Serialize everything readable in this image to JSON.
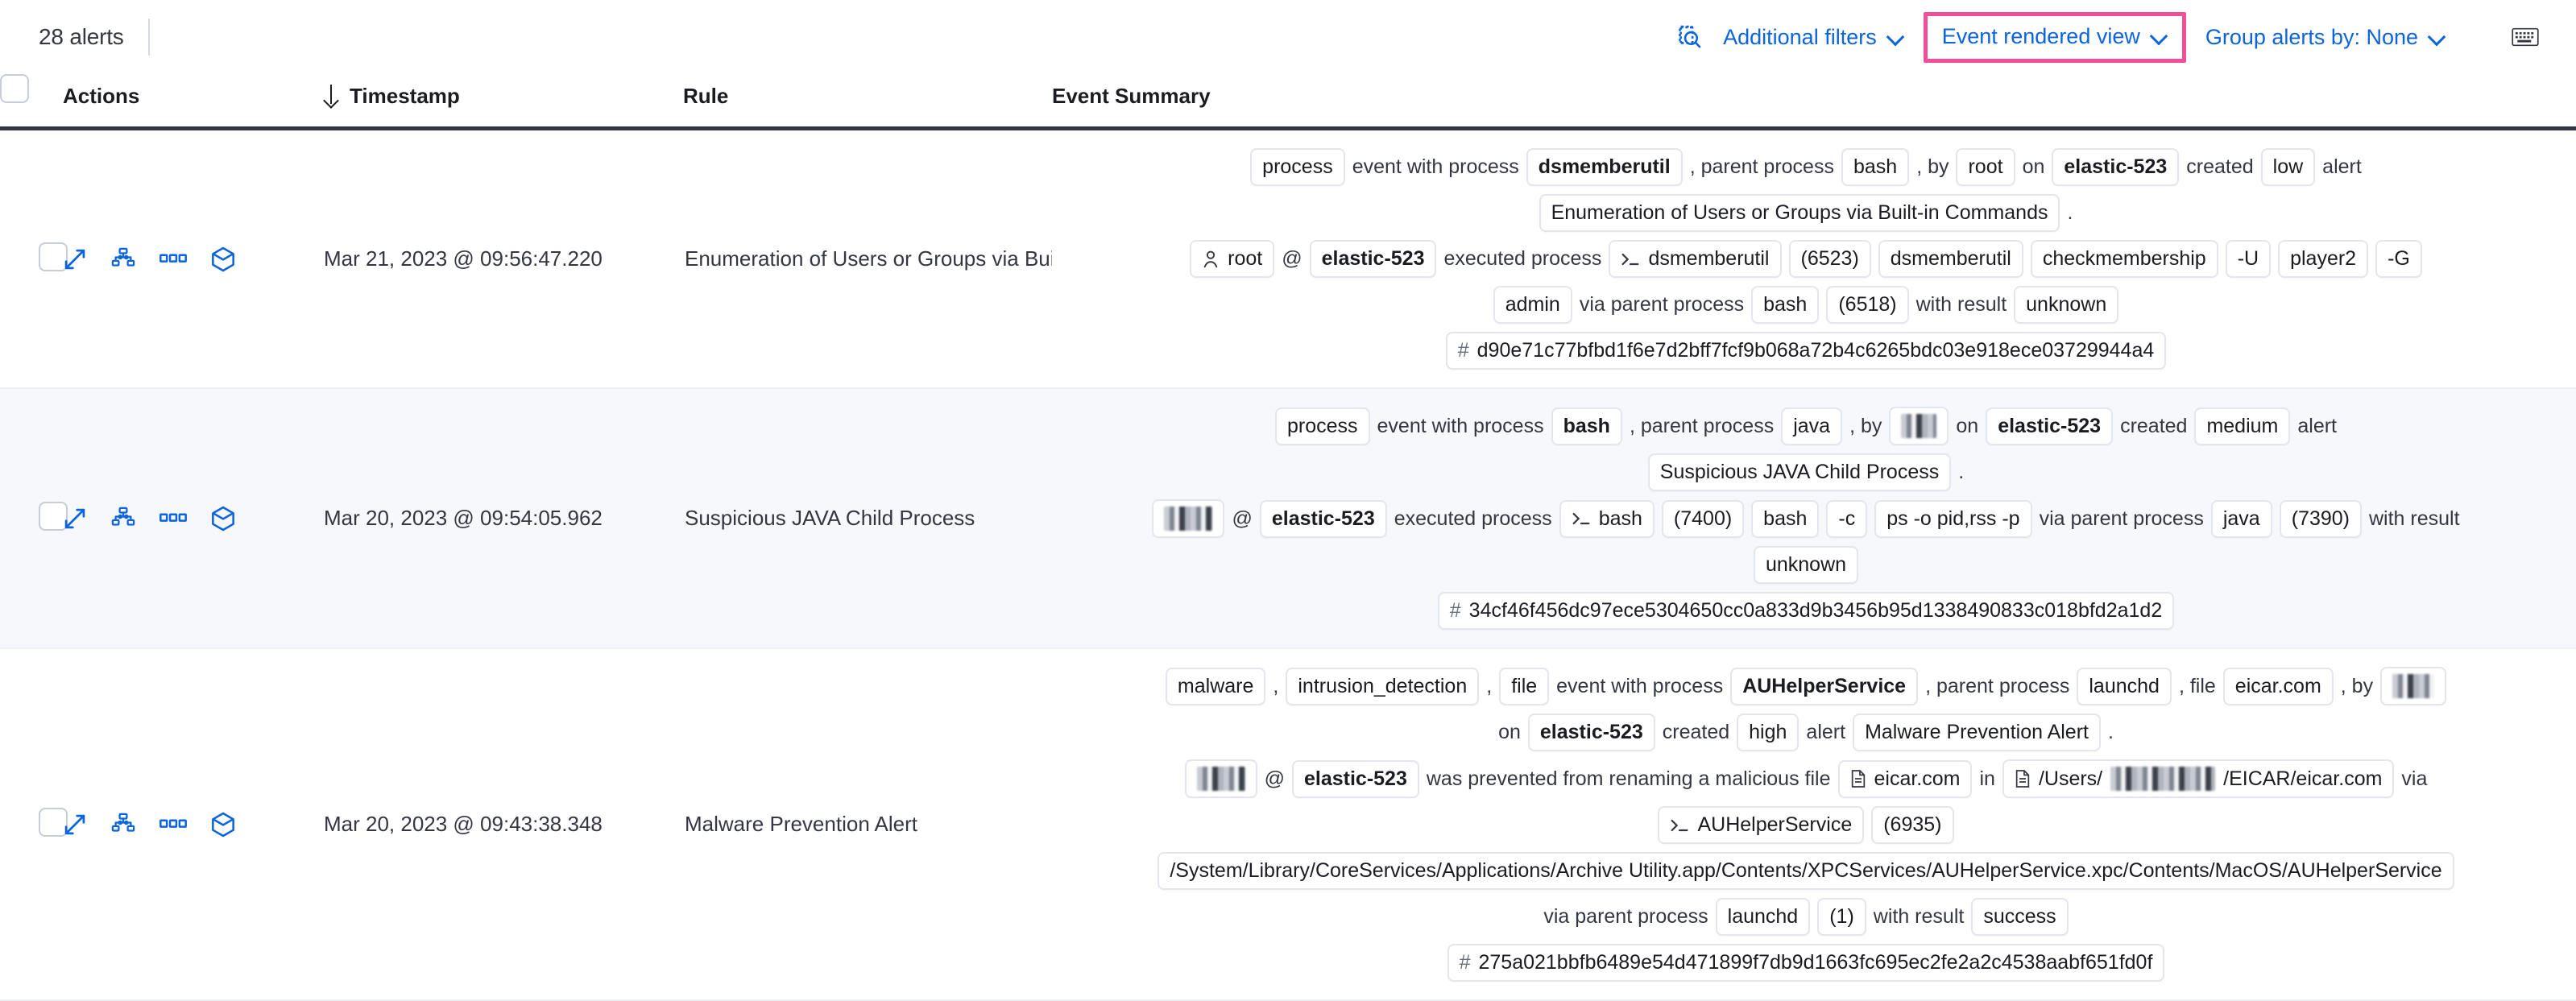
{
  "toolbar": {
    "alert_count": "28 alerts",
    "search_icon": "inspect-search-icon",
    "additional_filters": "Additional filters",
    "event_rendered_view": "Event rendered view",
    "group_alerts_by": "Group alerts by: None",
    "keyboard_icon": "keyboard-icon",
    "highlight_color": "#f04e98",
    "link_color": "#0b64dd"
  },
  "table": {
    "columns": {
      "select_all": "",
      "actions": "Actions",
      "timestamp": "Timestamp",
      "rule": "Rule",
      "event_summary": "Event Summary"
    },
    "sort": {
      "column": "Timestamp",
      "direction": "desc",
      "glyph": "down-arrow-icon"
    },
    "row_action_icons": [
      "expand-icon",
      "analyze-event-icon",
      "more-actions-icon",
      "session-view-icon"
    ],
    "rows": [
      {
        "timestamp": "Mar 21, 2023 @ 09:56:47.220",
        "rule": "Enumeration of Users or Groups via Bui",
        "severity": "low",
        "host": "elastic-523",
        "summary_lines": [
          [
            {
              "t": "chip",
              "v": "process"
            },
            {
              "t": "txt",
              "v": "event with process"
            },
            {
              "t": "chip",
              "v": "dsmemberutil",
              "bold": true
            },
            {
              "t": "txt",
              "v": ", parent process"
            },
            {
              "t": "chip",
              "v": "bash"
            },
            {
              "t": "txt",
              "v": ", by"
            },
            {
              "t": "chip",
              "v": "root"
            },
            {
              "t": "txt",
              "v": "on"
            },
            {
              "t": "chip",
              "v": "elastic-523",
              "bold": true
            },
            {
              "t": "txt",
              "v": "created"
            },
            {
              "t": "chip",
              "v": "low"
            },
            {
              "t": "txt",
              "v": "alert"
            }
          ],
          [
            {
              "t": "chip",
              "v": "Enumeration of Users or Groups via Built-in Commands"
            },
            {
              "t": "txt",
              "v": "."
            }
          ],
          [
            {
              "t": "chip",
              "v": "root",
              "icon": "user-icon"
            },
            {
              "t": "txt",
              "v": "@"
            },
            {
              "t": "chip",
              "v": "elastic-523",
              "bold": true
            },
            {
              "t": "txt",
              "v": "executed process"
            },
            {
              "t": "chip",
              "v": "dsmemberutil",
              "icon": "console-icon"
            },
            {
              "t": "chip",
              "v": "(6523)"
            },
            {
              "t": "chip",
              "v": "dsmemberutil"
            },
            {
              "t": "chip",
              "v": "checkmembership"
            },
            {
              "t": "chip",
              "v": "-U"
            },
            {
              "t": "chip",
              "v": "player2"
            },
            {
              "t": "chip",
              "v": "-G"
            }
          ],
          [
            {
              "t": "chip",
              "v": "admin"
            },
            {
              "t": "txt",
              "v": "via parent process"
            },
            {
              "t": "chip",
              "v": "bash"
            },
            {
              "t": "chip",
              "v": "(6518)"
            },
            {
              "t": "txt",
              "v": "with result"
            },
            {
              "t": "chip",
              "v": "unknown"
            }
          ],
          [
            {
              "t": "hash",
              "v": "d90e71c77bfbd1f6e7d2bff7fcf9b068a72b4c6265bdc03e918ece03729944a4"
            }
          ]
        ]
      },
      {
        "timestamp": "Mar 20, 2023 @ 09:54:05.962",
        "rule": "Suspicious JAVA Child Process",
        "severity": "medium",
        "host": "elastic-523",
        "summary_lines": [
          [
            {
              "t": "chip",
              "v": "process"
            },
            {
              "t": "txt",
              "v": "event with process"
            },
            {
              "t": "chip",
              "v": "bash",
              "bold": true
            },
            {
              "t": "txt",
              "v": ", parent process"
            },
            {
              "t": "chip",
              "v": "java"
            },
            {
              "t": "txt",
              "v": ", by"
            },
            {
              "t": "redact",
              "v": "",
              "w": "w1"
            },
            {
              "t": "txt",
              "v": "on"
            },
            {
              "t": "chip",
              "v": "elastic-523",
              "bold": true
            },
            {
              "t": "txt",
              "v": "created"
            },
            {
              "t": "chip",
              "v": "medium"
            },
            {
              "t": "txt",
              "v": "alert"
            }
          ],
          [
            {
              "t": "chip",
              "v": "Suspicious JAVA Child Process"
            },
            {
              "t": "txt",
              "v": "."
            }
          ],
          [
            {
              "t": "redact",
              "v": "",
              "w": "w2"
            },
            {
              "t": "txt",
              "v": "@"
            },
            {
              "t": "chip",
              "v": "elastic-523",
              "bold": true
            },
            {
              "t": "txt",
              "v": "executed process"
            },
            {
              "t": "chip",
              "v": "bash",
              "icon": "console-icon"
            },
            {
              "t": "chip",
              "v": "(7400)"
            },
            {
              "t": "chip",
              "v": "bash"
            },
            {
              "t": "chip",
              "v": "-c"
            },
            {
              "t": "chip",
              "v": "ps -o pid,rss -p"
            },
            {
              "t": "txt",
              "v": "via parent process"
            },
            {
              "t": "chip",
              "v": "java"
            },
            {
              "t": "chip",
              "v": "(7390)"
            },
            {
              "t": "txt",
              "v": "with result"
            }
          ],
          [
            {
              "t": "chip",
              "v": "unknown"
            }
          ],
          [
            {
              "t": "hash",
              "v": "34cf46f456dc97ece5304650cc0a833d9b3456b95d1338490833c018bfd2a1d2"
            }
          ]
        ]
      },
      {
        "timestamp": "Mar 20, 2023 @ 09:43:38.348",
        "rule": "Malware Prevention Alert",
        "severity": "high",
        "host": "elastic-523",
        "summary_lines": [
          [
            {
              "t": "chip",
              "v": "malware"
            },
            {
              "t": "txt",
              "v": ","
            },
            {
              "t": "chip",
              "v": "intrusion_detection"
            },
            {
              "t": "txt",
              "v": ","
            },
            {
              "t": "chip",
              "v": "file"
            },
            {
              "t": "txt",
              "v": "event with process"
            },
            {
              "t": "chip",
              "v": "AUHelperService",
              "bold": true
            },
            {
              "t": "txt",
              "v": ", parent process"
            },
            {
              "t": "chip",
              "v": "launchd"
            },
            {
              "t": "txt",
              "v": ", file"
            },
            {
              "t": "chip",
              "v": "eicar.com"
            },
            {
              "t": "txt",
              "v": ", by"
            },
            {
              "t": "redact",
              "v": "",
              "w": "w3"
            }
          ],
          [
            {
              "t": "txt",
              "v": "on"
            },
            {
              "t": "chip",
              "v": "elastic-523",
              "bold": true
            },
            {
              "t": "txt",
              "v": "created"
            },
            {
              "t": "chip",
              "v": "high"
            },
            {
              "t": "txt",
              "v": "alert"
            },
            {
              "t": "chip",
              "v": "Malware Prevention Alert"
            },
            {
              "t": "txt",
              "v": "."
            }
          ],
          [
            {
              "t": "redact",
              "v": "",
              "w": "w2"
            },
            {
              "t": "txt",
              "v": "@"
            },
            {
              "t": "chip",
              "v": "elastic-523",
              "bold": true
            },
            {
              "t": "txt",
              "v": "was prevented from renaming a malicious file"
            },
            {
              "t": "chip",
              "v": "eicar.com",
              "icon": "file-icon"
            },
            {
              "t": "txt",
              "v": "in"
            },
            {
              "t": "chip_redact_path",
              "pre": "/Users/",
              "post": "/EICAR/eicar.com",
              "icon": "file-icon"
            },
            {
              "t": "txt",
              "v": "via"
            }
          ],
          [
            {
              "t": "chip",
              "v": "AUHelperService",
              "icon": "console-icon"
            },
            {
              "t": "chip",
              "v": "(6935)"
            }
          ],
          [
            {
              "t": "chip",
              "v": "/System/Library/CoreServices/Applications/Archive Utility.app/Contents/XPCServices/AUHelperService.xpc/Contents/MacOS/AUHelperService"
            }
          ],
          [
            {
              "t": "txt",
              "v": "via parent process"
            },
            {
              "t": "chip",
              "v": "launchd"
            },
            {
              "t": "chip",
              "v": "(1)"
            },
            {
              "t": "txt",
              "v": "with result"
            },
            {
              "t": "chip",
              "v": "success"
            }
          ],
          [
            {
              "t": "hash",
              "v": "275a021bbfb6489e54d471899f7db9d1663fc695ec2fe2a2c4538aabf651fd0f"
            }
          ]
        ]
      }
    ]
  }
}
